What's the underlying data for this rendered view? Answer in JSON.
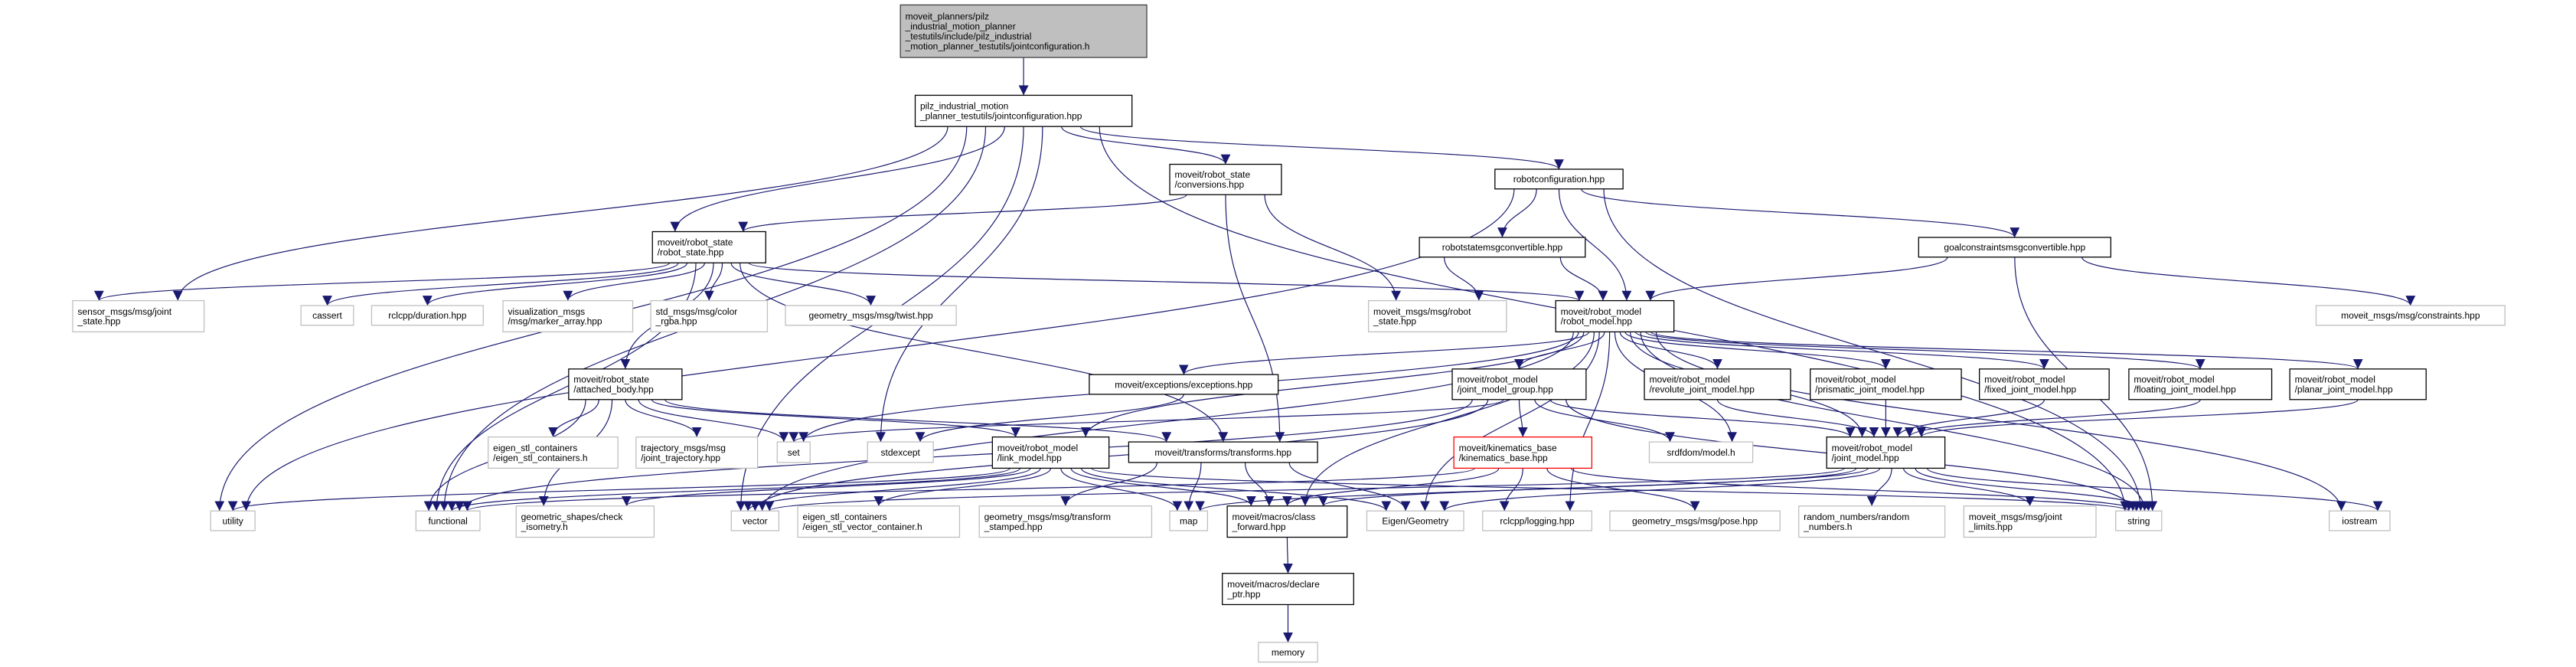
{
  "colors": {
    "edge": "#191970",
    "root_fill": "#bfbfbf",
    "doc_border": "#000000",
    "external_border": "#bfbfbf",
    "highlight_border": "#ff0000"
  },
  "nodes": [
    {
      "id": "root",
      "kind": "root",
      "lines": [
        "moveit_planners/pilz",
        "_industrial_motion_planner",
        "_testutils/include/pilz_industrial",
        "_motion_planner_testutils/jointconfiguration.h"
      ]
    },
    {
      "id": "jc",
      "kind": "doc",
      "lines": [
        "pilz_industrial_motion",
        "_planner_testutils/jointconfiguration.hpp"
      ]
    },
    {
      "id": "conv",
      "kind": "doc",
      "lines": [
        "moveit/robot_state",
        "/conversions.hpp"
      ]
    },
    {
      "id": "rc",
      "kind": "doc",
      "lines": [
        "robotconfiguration.hpp"
      ]
    },
    {
      "id": "rs",
      "kind": "doc",
      "lines": [
        "moveit/robot_state",
        "/robot_state.hpp"
      ]
    },
    {
      "id": "rsmc",
      "kind": "doc",
      "lines": [
        "robotstatemsgconvertible.hpp"
      ]
    },
    {
      "id": "gc",
      "kind": "doc",
      "lines": [
        "goalconstraintsmsgconvertible.hpp"
      ]
    },
    {
      "id": "sensor",
      "kind": "ext",
      "lines": [
        "sensor_msgs/msg/joint",
        "_state.hpp"
      ]
    },
    {
      "id": "cassert",
      "kind": "ext",
      "lines": [
        "cassert"
      ]
    },
    {
      "id": "rcldur",
      "kind": "ext",
      "lines": [
        "rclcpp/duration.hpp"
      ]
    },
    {
      "id": "vis",
      "kind": "ext",
      "lines": [
        "visualization_msgs",
        "/msg/marker_array.hpp"
      ]
    },
    {
      "id": "color",
      "kind": "ext",
      "lines": [
        "std_msgs/msg/color",
        "_rgba.hpp"
      ]
    },
    {
      "id": "twist",
      "kind": "ext",
      "lines": [
        "geometry_msgs/msg/twist.hpp"
      ]
    },
    {
      "id": "mmrs",
      "kind": "ext",
      "lines": [
        "moveit_msgs/msg/robot",
        "_state.hpp"
      ]
    },
    {
      "id": "rm",
      "kind": "doc",
      "lines": [
        "moveit/robot_model",
        "/robot_model.hpp"
      ]
    },
    {
      "id": "cons",
      "kind": "ext",
      "lines": [
        "moveit_msgs/msg/constraints.hpp"
      ]
    },
    {
      "id": "ab",
      "kind": "doc",
      "lines": [
        "moveit/robot_state",
        "/attached_body.hpp"
      ]
    },
    {
      "id": "exc",
      "kind": "doc",
      "lines": [
        "moveit/exceptions/exceptions.hpp"
      ]
    },
    {
      "id": "jmg",
      "kind": "doc",
      "lines": [
        "moveit/robot_model",
        "/joint_model_group.hpp"
      ]
    },
    {
      "id": "rev",
      "kind": "doc",
      "lines": [
        "moveit/robot_model",
        "/revolute_joint_model.hpp"
      ]
    },
    {
      "id": "pri",
      "kind": "doc",
      "lines": [
        "moveit/robot_model",
        "/prismatic_joint_model.hpp"
      ]
    },
    {
      "id": "fix",
      "kind": "doc",
      "lines": [
        "moveit/robot_model",
        "/fixed_joint_model.hpp"
      ]
    },
    {
      "id": "flo",
      "kind": "doc",
      "lines": [
        "moveit/robot_model",
        "/floating_joint_model.hpp"
      ]
    },
    {
      "id": "pla",
      "kind": "doc",
      "lines": [
        "moveit/robot_model",
        "/planar_joint_model.hpp"
      ]
    },
    {
      "id": "esc",
      "kind": "ext",
      "lines": [
        "eigen_stl_containers",
        "/eigen_stl_containers.h"
      ]
    },
    {
      "id": "traj",
      "kind": "ext",
      "lines": [
        "trajectory_msgs/msg",
        "/joint_trajectory.hpp"
      ]
    },
    {
      "id": "set",
      "kind": "ext",
      "lines": [
        "set"
      ]
    },
    {
      "id": "stdexc",
      "kind": "ext",
      "lines": [
        "stdexcept"
      ]
    },
    {
      "id": "lm",
      "kind": "doc",
      "lines": [
        "moveit/robot_model",
        "/link_model.hpp"
      ]
    },
    {
      "id": "tf",
      "kind": "doc",
      "lines": [
        "moveit/transforms/transforms.hpp"
      ]
    },
    {
      "id": "kb",
      "kind": "red",
      "lines": [
        "moveit/kinematics_base",
        "/kinematics_base.hpp"
      ]
    },
    {
      "id": "srdf",
      "kind": "ext",
      "lines": [
        "srdfdom/model.h"
      ]
    },
    {
      "id": "jm",
      "kind": "doc",
      "lines": [
        "moveit/robot_model",
        "/joint_model.hpp"
      ]
    },
    {
      "id": "utility",
      "kind": "ext",
      "lines": [
        "utility"
      ]
    },
    {
      "id": "functional",
      "kind": "ext",
      "lines": [
        "functional"
      ]
    },
    {
      "id": "geocheck",
      "kind": "ext",
      "lines": [
        "geometric_shapes/check",
        "_isometry.h"
      ]
    },
    {
      "id": "vector",
      "kind": "ext",
      "lines": [
        "vector"
      ]
    },
    {
      "id": "evc",
      "kind": "ext",
      "lines": [
        "eigen_stl_containers",
        "/eigen_stl_vector_container.h"
      ]
    },
    {
      "id": "gts",
      "kind": "ext",
      "lines": [
        "geometry_msgs/msg/transform",
        "_stamped.hpp"
      ]
    },
    {
      "id": "map",
      "kind": "ext",
      "lines": [
        "map"
      ]
    },
    {
      "id": "cf",
      "kind": "doc",
      "lines": [
        "moveit/macros/class",
        "_forward.hpp"
      ]
    },
    {
      "id": "eigen",
      "kind": "ext",
      "lines": [
        "Eigen/Geometry"
      ]
    },
    {
      "id": "rcllog",
      "kind": "ext",
      "lines": [
        "rclcpp/logging.hpp"
      ]
    },
    {
      "id": "pose",
      "kind": "ext",
      "lines": [
        "geometry_msgs/msg/pose.hpp"
      ]
    },
    {
      "id": "rand",
      "kind": "ext",
      "lines": [
        "random_numbers/random",
        "_numbers.h"
      ]
    },
    {
      "id": "jl",
      "kind": "ext",
      "lines": [
        "moveit_msgs/msg/joint",
        "_limits.hpp"
      ]
    },
    {
      "id": "string",
      "kind": "ext",
      "lines": [
        "string"
      ]
    },
    {
      "id": "iostream",
      "kind": "ext",
      "lines": [
        "iostream"
      ]
    },
    {
      "id": "dp",
      "kind": "doc",
      "lines": [
        "moveit/macros/declare",
        "_ptr.hpp"
      ]
    },
    {
      "id": "memory",
      "kind": "ext",
      "lines": [
        "memory"
      ]
    }
  ],
  "edges": [
    [
      "root",
      "jc"
    ],
    [
      "jc",
      "conv"
    ],
    [
      "jc",
      "rc"
    ],
    [
      "jc",
      "rs"
    ],
    [
      "jc",
      "sensor"
    ],
    [
      "jc",
      "utility"
    ],
    [
      "jc",
      "functional"
    ],
    [
      "jc",
      "vector"
    ],
    [
      "jc",
      "stdexc"
    ],
    [
      "jc",
      "string"
    ],
    [
      "conv",
      "rs"
    ],
    [
      "conv",
      "mmrs"
    ],
    [
      "conv",
      "tf"
    ],
    [
      "rc",
      "rsmc"
    ],
    [
      "rc",
      "gc"
    ],
    [
      "rc",
      "rm"
    ],
    [
      "rc",
      "utility"
    ],
    [
      "rc",
      "string"
    ],
    [
      "rsmc",
      "mmrs"
    ],
    [
      "rsmc",
      "rm"
    ],
    [
      "gc",
      "rm"
    ],
    [
      "gc",
      "cons"
    ],
    [
      "gc",
      "string"
    ],
    [
      "rs",
      "sensor"
    ],
    [
      "rs",
      "cassert"
    ],
    [
      "rs",
      "rcldur"
    ],
    [
      "rs",
      "vis"
    ],
    [
      "rs",
      "color"
    ],
    [
      "rs",
      "twist"
    ],
    [
      "rs",
      "rm"
    ],
    [
      "rs",
      "ab"
    ],
    [
      "rs",
      "tf"
    ],
    [
      "rs",
      "functional"
    ],
    [
      "ab",
      "esc"
    ],
    [
      "ab",
      "traj"
    ],
    [
      "ab",
      "set"
    ],
    [
      "ab",
      "lm"
    ],
    [
      "ab",
      "tf"
    ],
    [
      "ab",
      "functional"
    ],
    [
      "ab",
      "geocheck"
    ],
    [
      "rm",
      "exc"
    ],
    [
      "rm",
      "jmg"
    ],
    [
      "rm",
      "rev"
    ],
    [
      "rm",
      "pri"
    ],
    [
      "rm",
      "fix"
    ],
    [
      "rm",
      "flo"
    ],
    [
      "rm",
      "pla"
    ],
    [
      "rm",
      "srdf"
    ],
    [
      "rm",
      "cf"
    ],
    [
      "rm",
      "eigen"
    ],
    [
      "rm",
      "rcllog"
    ],
    [
      "rm",
      "iostream"
    ],
    [
      "rm",
      "string"
    ],
    [
      "rm",
      "jm"
    ],
    [
      "rm",
      "lm"
    ],
    [
      "rm",
      "set"
    ],
    [
      "rm",
      "vector"
    ],
    [
      "exc",
      "stdexc"
    ],
    [
      "jmg",
      "kb"
    ],
    [
      "jmg",
      "srdf"
    ],
    [
      "jmg",
      "jm"
    ],
    [
      "jmg",
      "string"
    ],
    [
      "jmg",
      "set"
    ],
    [
      "jmg",
      "functional"
    ],
    [
      "jmg",
      "vector"
    ],
    [
      "rev",
      "jm"
    ],
    [
      "pri",
      "jm"
    ],
    [
      "fix",
      "jm"
    ],
    [
      "flo",
      "jm"
    ],
    [
      "pla",
      "jm"
    ],
    [
      "kb",
      "cf"
    ],
    [
      "kb",
      "rcllog"
    ],
    [
      "kb",
      "pose"
    ],
    [
      "kb",
      "string"
    ],
    [
      "kb",
      "functional"
    ],
    [
      "lm",
      "utility"
    ],
    [
      "lm",
      "functional"
    ],
    [
      "lm",
      "geocheck"
    ],
    [
      "lm",
      "vector"
    ],
    [
      "lm",
      "evc"
    ],
    [
      "lm",
      "map"
    ],
    [
      "lm",
      "cf"
    ],
    [
      "lm",
      "eigen"
    ],
    [
      "lm",
      "string"
    ],
    [
      "tf",
      "gts"
    ],
    [
      "tf",
      "map"
    ],
    [
      "tf",
      "cf"
    ],
    [
      "tf",
      "eigen"
    ],
    [
      "jm",
      "rand"
    ],
    [
      "jm",
      "jl"
    ],
    [
      "jm",
      "string"
    ],
    [
      "jm",
      "iostream"
    ],
    [
      "jm",
      "map"
    ],
    [
      "jm",
      "vector"
    ],
    [
      "jm",
      "eigen"
    ],
    [
      "jm",
      "cf"
    ],
    [
      "cf",
      "dp"
    ],
    [
      "dp",
      "memory"
    ]
  ]
}
